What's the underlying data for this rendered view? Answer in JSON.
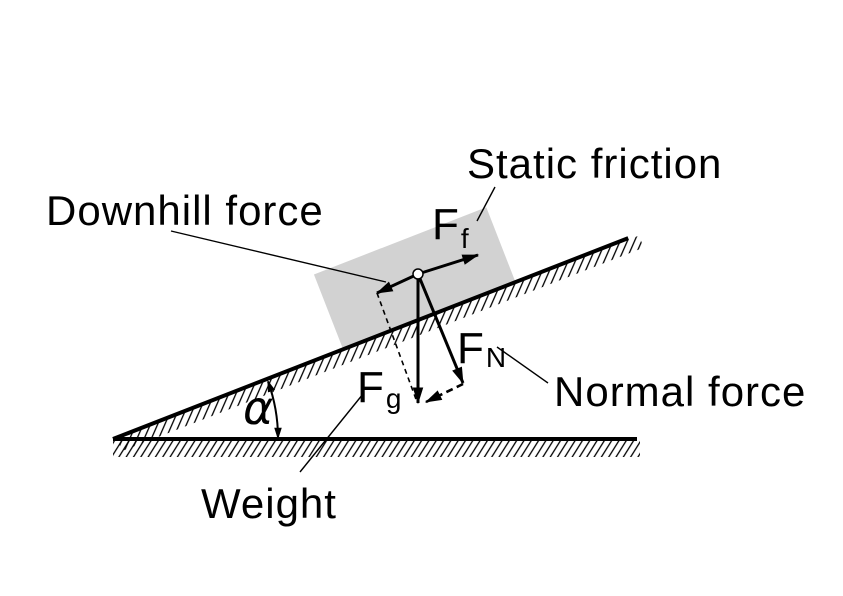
{
  "diagram": {
    "labels": {
      "static_friction": "Static friction",
      "downhill_force": "Downhill force",
      "normal_force": "Normal force",
      "weight": "Weight",
      "angle": "α"
    },
    "symbols": {
      "friction": {
        "main": "F",
        "sub": "f"
      },
      "weight": {
        "main": "F",
        "sub": "g"
      },
      "normal": {
        "main": "F",
        "sub": "N"
      }
    },
    "colors": {
      "block_fill": "#d2d2d2",
      "line": "#000000",
      "background": "#ffffff"
    }
  }
}
